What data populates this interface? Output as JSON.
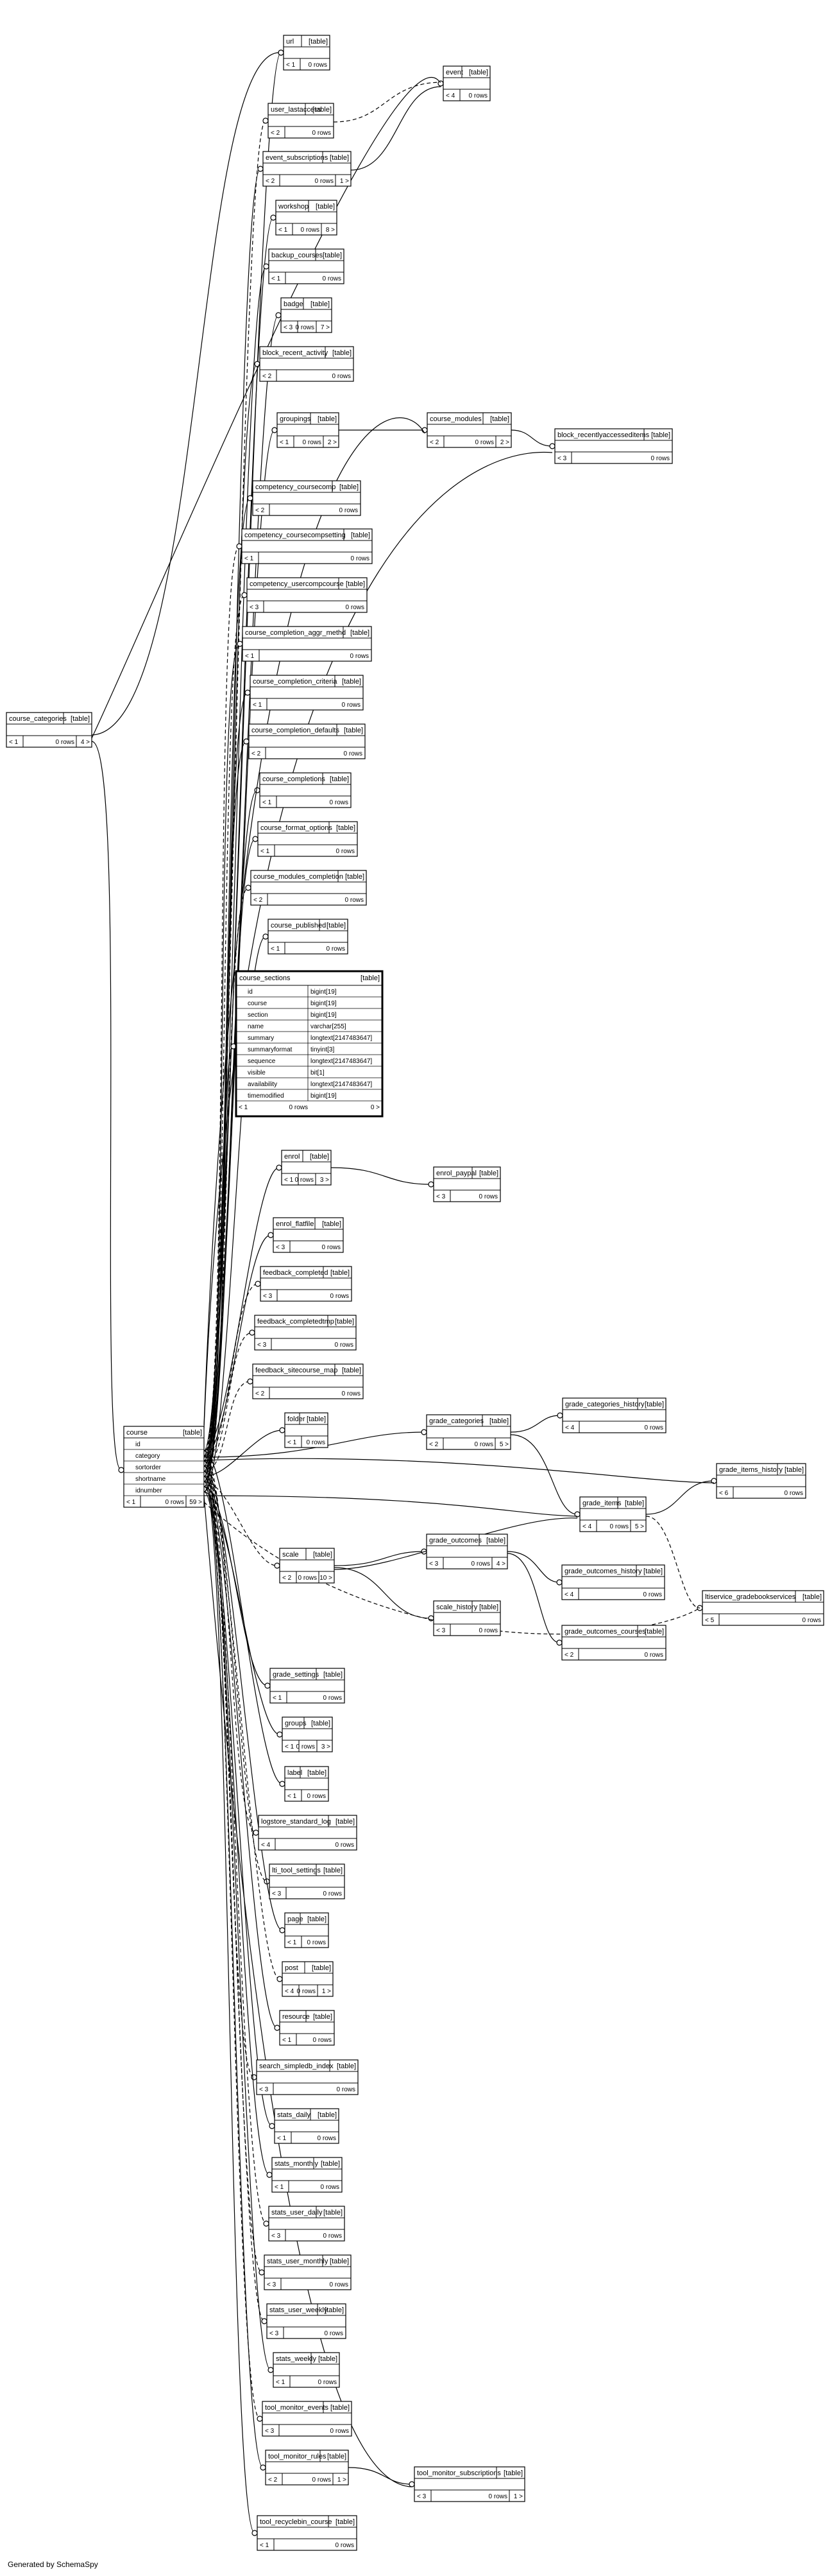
{
  "footer": "Generated by SchemaSpy",
  "type_label": "[table]",
  "tables": [
    {
      "id": "url",
      "name": "url",
      "rows": "0 rows",
      "left": "< 1",
      "right": ""
    },
    {
      "id": "event",
      "name": "event",
      "rows": "0 rows",
      "left": "< 4",
      "right": ""
    },
    {
      "id": "user_lastaccess",
      "name": "user_lastaccess",
      "rows": "0 rows",
      "left": "< 2",
      "right": ""
    },
    {
      "id": "event_subscriptions",
      "name": "event_subscriptions",
      "rows": "0 rows",
      "left": "< 2",
      "right": "1 >"
    },
    {
      "id": "workshop",
      "name": "workshop",
      "rows": "0 rows",
      "left": "< 1",
      "right": "8 >"
    },
    {
      "id": "backup_courses",
      "name": "backup_courses",
      "rows": "0 rows",
      "left": "< 1",
      "right": ""
    },
    {
      "id": "badge",
      "name": "badge",
      "rows": "0 rows",
      "left": "< 3",
      "right": "7 >"
    },
    {
      "id": "block_recent_activity",
      "name": "block_recent_activity",
      "rows": "0 rows",
      "left": "< 2",
      "right": ""
    },
    {
      "id": "groupings",
      "name": "groupings",
      "rows": "0 rows",
      "left": "< 1",
      "right": "2 >"
    },
    {
      "id": "course_modules",
      "name": "course_modules",
      "rows": "0 rows",
      "left": "< 2",
      "right": "2 >"
    },
    {
      "id": "block_recentlyaccesseditems",
      "name": "block_recentlyaccesseditems",
      "rows": "0 rows",
      "left": "< 3",
      "right": ""
    },
    {
      "id": "competency_coursecomp",
      "name": "competency_coursecomp",
      "rows": "0 rows",
      "left": "< 2",
      "right": ""
    },
    {
      "id": "competency_coursecompsetting",
      "name": "competency_coursecompsetting",
      "rows": "0 rows",
      "left": "< 1",
      "right": ""
    },
    {
      "id": "competency_usercompcourse",
      "name": "competency_usercompcourse",
      "rows": "0 rows",
      "left": "< 3",
      "right": ""
    },
    {
      "id": "course_completion_aggr_methd",
      "name": "course_completion_aggr_methd",
      "rows": "0 rows",
      "left": "< 1",
      "right": ""
    },
    {
      "id": "course_completion_criteria",
      "name": "course_completion_criteria",
      "rows": "0 rows",
      "left": "< 1",
      "right": ""
    },
    {
      "id": "course_completion_defaults",
      "name": "course_completion_defaults",
      "rows": "0 rows",
      "left": "< 2",
      "right": ""
    },
    {
      "id": "course_completions",
      "name": "course_completions",
      "rows": "0 rows",
      "left": "< 1",
      "right": ""
    },
    {
      "id": "course_format_options",
      "name": "course_format_options",
      "rows": "0 rows",
      "left": "< 1",
      "right": ""
    },
    {
      "id": "course_modules_completion",
      "name": "course_modules_completion",
      "rows": "0 rows",
      "left": "< 2",
      "right": ""
    },
    {
      "id": "course_published",
      "name": "course_published",
      "rows": "0 rows",
      "left": "< 1",
      "right": ""
    },
    {
      "id": "course_categories",
      "name": "course_categories",
      "rows": "0 rows",
      "left": "< 1",
      "right": "4 >"
    },
    {
      "id": "enrol",
      "name": "enrol",
      "rows": "0 rows",
      "left": "< 1",
      "right": "3 >"
    },
    {
      "id": "enrol_paypal",
      "name": "enrol_paypal",
      "rows": "0 rows",
      "left": "< 3",
      "right": ""
    },
    {
      "id": "enrol_flatfile",
      "name": "enrol_flatfile",
      "rows": "0 rows",
      "left": "< 3",
      "right": ""
    },
    {
      "id": "feedback_completed",
      "name": "feedback_completed",
      "rows": "0 rows",
      "left": "< 3",
      "right": ""
    },
    {
      "id": "feedback_completedtmp",
      "name": "feedback_completedtmp",
      "rows": "0 rows",
      "left": "< 3",
      "right": ""
    },
    {
      "id": "feedback_sitecourse_map",
      "name": "feedback_sitecourse_map",
      "rows": "0 rows",
      "left": "< 2",
      "right": ""
    },
    {
      "id": "folder",
      "name": "folder",
      "rows": "0 rows",
      "left": "< 1",
      "right": ""
    },
    {
      "id": "grade_categories",
      "name": "grade_categories",
      "rows": "0 rows",
      "left": "< 2",
      "right": "5 >"
    },
    {
      "id": "grade_categories_history",
      "name": "grade_categories_history",
      "rows": "0 rows",
      "left": "< 4",
      "right": ""
    },
    {
      "id": "grade_items_history",
      "name": "grade_items_history",
      "rows": "0 rows",
      "left": "< 6",
      "right": ""
    },
    {
      "id": "grade_items",
      "name": "grade_items",
      "rows": "0 rows",
      "left": "< 4",
      "right": "5 >"
    },
    {
      "id": "scale",
      "name": "scale",
      "rows": "0 rows",
      "left": "< 2",
      "right": "10 >"
    },
    {
      "id": "grade_outcomes",
      "name": "grade_outcomes",
      "rows": "0 rows",
      "left": "< 3",
      "right": "4 >"
    },
    {
      "id": "grade_outcomes_history",
      "name": "grade_outcomes_history",
      "rows": "0 rows",
      "left": "< 4",
      "right": ""
    },
    {
      "id": "ltiservice_gradebookservices",
      "name": "ltiservice_gradebookservices",
      "rows": "0 rows",
      "left": "< 5",
      "right": ""
    },
    {
      "id": "scale_history",
      "name": "scale_history",
      "rows": "0 rows",
      "left": "< 3",
      "right": ""
    },
    {
      "id": "grade_outcomes_courses",
      "name": "grade_outcomes_courses",
      "rows": "0 rows",
      "left": "< 2",
      "right": ""
    },
    {
      "id": "grade_settings",
      "name": "grade_settings",
      "rows": "0 rows",
      "left": "< 1",
      "right": ""
    },
    {
      "id": "groups",
      "name": "groups",
      "rows": "0 rows",
      "left": "< 1",
      "right": "3 >"
    },
    {
      "id": "label",
      "name": "label",
      "rows": "0 rows",
      "left": "< 1",
      "right": ""
    },
    {
      "id": "logstore_standard_log",
      "name": "logstore_standard_log",
      "rows": "0 rows",
      "left": "< 4",
      "right": ""
    },
    {
      "id": "lti_tool_settings",
      "name": "lti_tool_settings",
      "rows": "0 rows",
      "left": "< 3",
      "right": ""
    },
    {
      "id": "page",
      "name": "page",
      "rows": "0 rows",
      "left": "< 1",
      "right": ""
    },
    {
      "id": "post",
      "name": "post",
      "rows": "0 rows",
      "left": "< 4",
      "right": "1 >"
    },
    {
      "id": "resource",
      "name": "resource",
      "rows": "0 rows",
      "left": "< 1",
      "right": ""
    },
    {
      "id": "search_simpledb_index",
      "name": "search_simpledb_index",
      "rows": "0 rows",
      "left": "< 3",
      "right": ""
    },
    {
      "id": "stats_daily",
      "name": "stats_daily",
      "rows": "0 rows",
      "left": "< 1",
      "right": ""
    },
    {
      "id": "stats_monthly",
      "name": "stats_monthly",
      "rows": "0 rows",
      "left": "< 1",
      "right": ""
    },
    {
      "id": "stats_user_daily",
      "name": "stats_user_daily",
      "rows": "0 rows",
      "left": "< 3",
      "right": ""
    },
    {
      "id": "stats_user_monthly",
      "name": "stats_user_monthly",
      "rows": "0 rows",
      "left": "< 3",
      "right": ""
    },
    {
      "id": "stats_user_weekly",
      "name": "stats_user_weekly",
      "rows": "0 rows",
      "left": "< 3",
      "right": ""
    },
    {
      "id": "stats_weekly",
      "name": "stats_weekly",
      "rows": "0 rows",
      "left": "< 1",
      "right": ""
    },
    {
      "id": "tool_monitor_events",
      "name": "tool_monitor_events",
      "rows": "0 rows",
      "left": "< 3",
      "right": ""
    },
    {
      "id": "tool_monitor_rules",
      "name": "tool_monitor_rules",
      "rows": "0 rows",
      "left": "< 2",
      "right": "1 >"
    },
    {
      "id": "tool_monitor_subscriptions",
      "name": "tool_monitor_subscriptions",
      "rows": "0 rows",
      "left": "< 3",
      "right": "1 >"
    },
    {
      "id": "tool_recyclebin_course",
      "name": "tool_recyclebin_course",
      "rows": "0 rows",
      "left": "< 1",
      "right": ""
    }
  ],
  "course": {
    "name": "course",
    "type": "[table]",
    "columns": [
      "id",
      "category",
      "sortorder",
      "shortname",
      "idnumber"
    ],
    "left": "< 1",
    "rows": "0 rows",
    "right": "59 >"
  },
  "course_sections": {
    "name": "course_sections",
    "type": "[table]",
    "columns": [
      {
        "name": "id",
        "type": "bigint[19]"
      },
      {
        "name": "course",
        "type": "bigint[19]"
      },
      {
        "name": "section",
        "type": "bigint[19]"
      },
      {
        "name": "name",
        "type": "varchar[255]"
      },
      {
        "name": "summary",
        "type": "longtext[2147483647]"
      },
      {
        "name": "summaryformat",
        "type": "tinyint[3]"
      },
      {
        "name": "sequence",
        "type": "longtext[2147483647]"
      },
      {
        "name": "visible",
        "type": "bit[1]"
      },
      {
        "name": "availability",
        "type": "longtext[2147483647]"
      },
      {
        "name": "timemodified",
        "type": "bigint[19]"
      }
    ],
    "left": "< 1",
    "rows": "0 rows",
    "right": "0 >"
  }
}
